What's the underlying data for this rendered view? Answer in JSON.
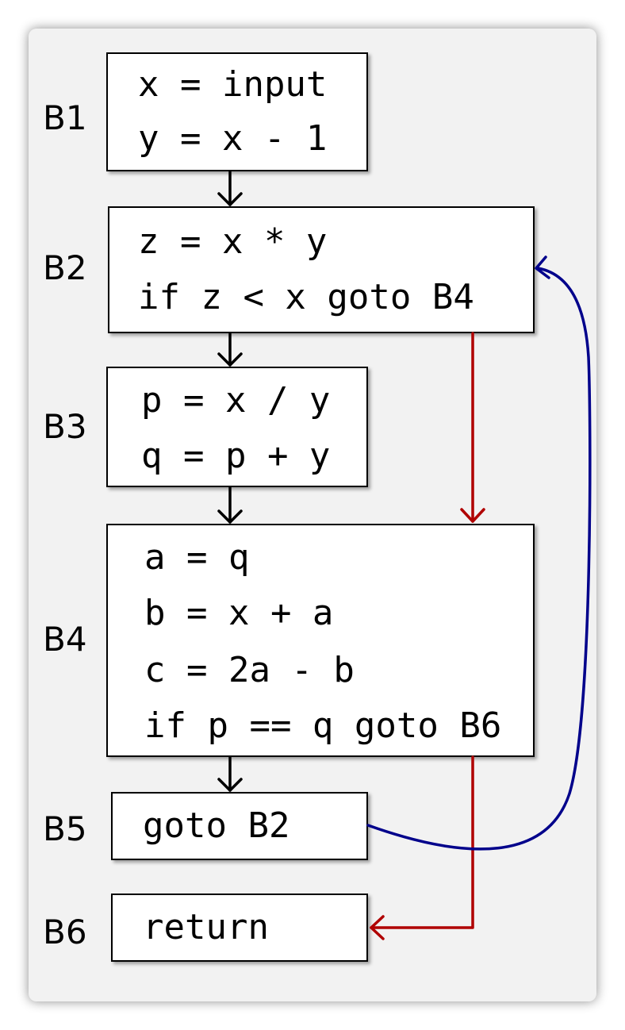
{
  "blocks": [
    {
      "label": "B1",
      "lines": [
        "x = input",
        "y = x - 1"
      ]
    },
    {
      "label": "B2",
      "lines": [
        "z = x * y",
        "if z < x goto B4"
      ]
    },
    {
      "label": "B3",
      "lines": [
        "p = x / y",
        "q = p + y"
      ]
    },
    {
      "label": "B4",
      "lines": [
        "a = q",
        "b = x + a",
        "c = 2a - b",
        "if p == q goto B6"
      ]
    },
    {
      "label": "B5",
      "lines": [
        "goto B2"
      ]
    },
    {
      "label": "B6",
      "lines": [
        "return"
      ]
    }
  ],
  "edges": [
    {
      "from": "B1",
      "to": "B2",
      "kind": "fallthrough",
      "color": "#000000"
    },
    {
      "from": "B2",
      "to": "B3",
      "kind": "fallthrough",
      "color": "#000000"
    },
    {
      "from": "B3",
      "to": "B4",
      "kind": "fallthrough",
      "color": "#000000"
    },
    {
      "from": "B4",
      "to": "B5",
      "kind": "fallthrough",
      "color": "#000000"
    },
    {
      "from": "B2",
      "to": "B4",
      "kind": "conditional-branch",
      "color": "#b00000"
    },
    {
      "from": "B4",
      "to": "B6",
      "kind": "conditional-branch",
      "color": "#b00000"
    },
    {
      "from": "B5",
      "to": "B2",
      "kind": "back-edge",
      "color": "#00008b"
    }
  ],
  "colors": {
    "card": "#f2f2f2",
    "branch": "#b00000",
    "back_edge": "#00008b"
  }
}
